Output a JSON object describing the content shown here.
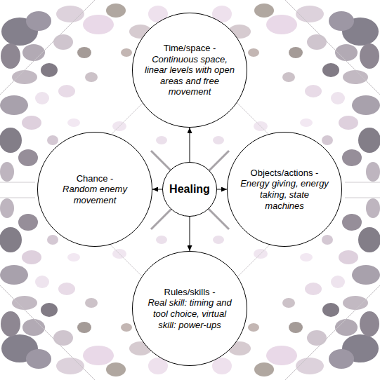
{
  "diagram": {
    "nodes": [
      {
        "text": [
          "Time/space -",
          "Continuous space, linear levels with open areas and free movement"
        ]
      },
      {
        "text": [
          "Chance -",
          "Random enemy movement"
        ]
      },
      {
        "text": [
          "Healing"
        ]
      },
      {
        "text": [
          "Objects/actions -",
          "Energy giving, energy taking, state machines"
        ]
      },
      {
        "text": [
          "Rules/skills -",
          "Real skill: timing and tool choice, virtual skill: power-ups"
        ]
      }
    ],
    "edges": [
      {
        "from": 2,
        "to": 0,
        "arrow": "to"
      },
      {
        "from": 2,
        "to": 1,
        "arrow": "to"
      },
      {
        "from": 2,
        "to": 3,
        "arrow": "to"
      },
      {
        "from": 2,
        "to": 4,
        "arrow": "to"
      }
    ]
  }
}
